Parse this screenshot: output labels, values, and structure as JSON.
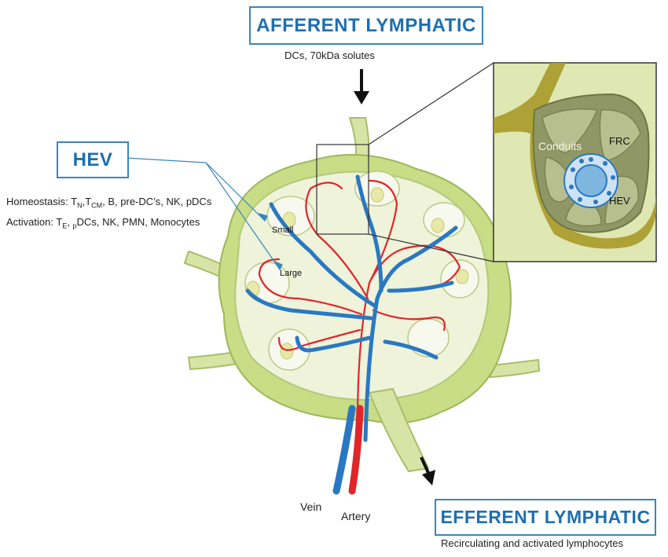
{
  "afferent": {
    "title": "AFFERENT LYMPHATIC",
    "caption": "DCs, 70kDa solutes"
  },
  "efferent": {
    "title": "EFFERENT LYMPHATIC",
    "caption": "Recirculating and activated lymphocytes"
  },
  "hev": {
    "title": "HEV",
    "homeostasis": {
      "prefix": "Homeostasis: T",
      "sub1": "N",
      "mid1": ",T",
      "sub2": "CM",
      "rest": ", B, pre-DC’s, NK, pDCs"
    },
    "activation": {
      "prefix": "Activation: T",
      "sub1": "E",
      "mid1": ", ",
      "sub2": "p",
      "rest": "DCs, NK, PMN, Monocytes"
    }
  },
  "vessel_labels": {
    "small": "Small",
    "large": "Large"
  },
  "blood": {
    "vein": "Vein",
    "artery": "Artery"
  },
  "inset": {
    "conduits": "Conduits",
    "frc": "FRC",
    "hev": "HEV"
  },
  "colors": {
    "accent_blue": "#1f6fae",
    "vein_blue": "#2a78c2",
    "artery_red": "#e0262b",
    "node_green": "#d5e3a0",
    "node_dark_green": "#b9cf6e",
    "inset_olive": "#a8a02a"
  }
}
